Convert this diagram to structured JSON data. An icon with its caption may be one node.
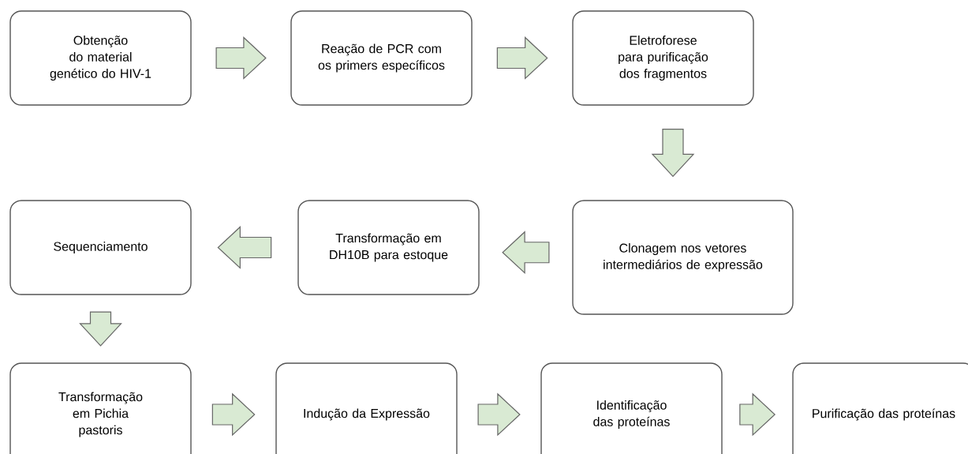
{
  "diagram": {
    "nodes": [
      {
        "text": [
          "Obtenção do material genético do HIV-1"
        ]
      },
      {
        "text": [
          "Reação de PCR com os primers específicos"
        ]
      },
      {
        "text": [
          "Eletroforese para purificação dos fragmentos"
        ]
      },
      {
        "text": [
          "Clonagem nos vetores intermediários de expressão"
        ]
      },
      {
        "text": [
          "Transformação em DH10B para estoque"
        ]
      },
      {
        "text": [
          "Sequenciamento"
        ]
      },
      {
        "text": [
          "Transformação em Pichia pastoris"
        ]
      },
      {
        "text": [
          "Indução da Expressão"
        ]
      },
      {
        "text": [
          "Identificação das proteínas"
        ]
      },
      {
        "text": [
          "Purificação das proteínas"
        ]
      }
    ],
    "edges": [
      {
        "from": 0,
        "to": 1,
        "arrow": "to"
      },
      {
        "from": 1,
        "to": 2,
        "arrow": "to"
      },
      {
        "from": 2,
        "to": 3,
        "arrow": "to"
      },
      {
        "from": 3,
        "to": 4,
        "arrow": "to"
      },
      {
        "from": 4,
        "to": 5,
        "arrow": "to"
      },
      {
        "from": 5,
        "to": 6,
        "arrow": "to"
      },
      {
        "from": 6,
        "to": 7,
        "arrow": "to"
      },
      {
        "from": 7,
        "to": 8,
        "arrow": "to"
      },
      {
        "from": 8,
        "to": 9,
        "arrow": "to"
      }
    ]
  }
}
